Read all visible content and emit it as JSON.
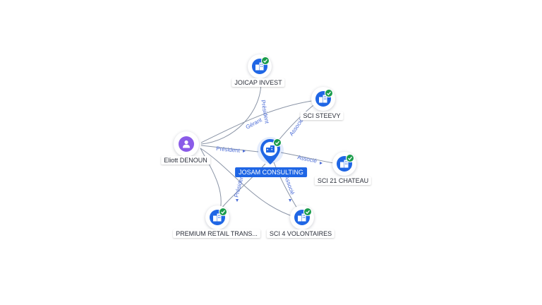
{
  "center": {
    "name": "JOSAM CONSULTING",
    "icon": "building-icon",
    "color": "#1f66e5"
  },
  "nodes": [
    {
      "id": "joicap",
      "name": "JOICAP INVEST",
      "icon": "building-icon",
      "verified": true
    },
    {
      "id": "steevy",
      "name": "SCI STEEVY",
      "icon": "building-icon",
      "verified": true
    },
    {
      "id": "chateau",
      "name": "SCI 21 CHATEAU",
      "icon": "building-icon",
      "verified": true
    },
    {
      "id": "volontaires",
      "name": "SCI 4 VOLONTAIRES",
      "icon": "building-icon",
      "verified": true
    },
    {
      "id": "premium",
      "name": "PREMIUM RETAIL TRANS...",
      "icon": "building-icon",
      "verified": true
    },
    {
      "id": "eliott",
      "name": "Eliott DENOUN",
      "icon": "person-icon",
      "verified": false
    }
  ],
  "relations": {
    "president_joicap": "Président",
    "gerant_steevy": "Gérant",
    "president_center": "Président",
    "president_premium": "Président",
    "associe_steevy": "Associé",
    "associe_chateau": "Associé",
    "associe_volontaires": "Associé"
  },
  "colors": {
    "company": "#1f66e5",
    "person": "#8a5be8",
    "verified": "#1a9c4b",
    "relation_text": "#4a6bd6",
    "edge": "#8a94a6"
  }
}
